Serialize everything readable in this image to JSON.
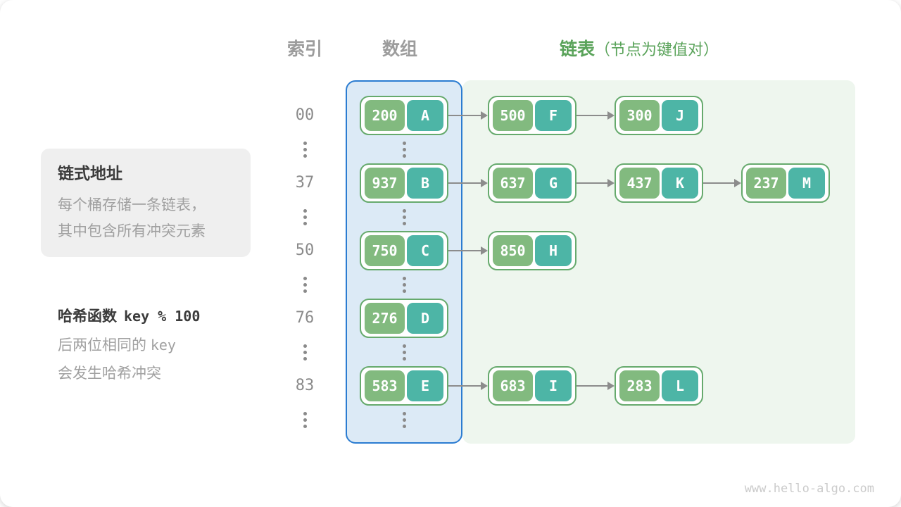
{
  "title_row": {
    "index_header": "索引",
    "array_header": "数组",
    "list_header": "链表",
    "list_header_note": "（节点为键值对）"
  },
  "sidebar": {
    "title": "链式地址",
    "desc_line1": "每个桶存储一条链表，",
    "desc_line2": "其中包含所有冲突元素"
  },
  "hash_note": {
    "label": "哈希函数",
    "formula": "key % 100",
    "line1_text": "后两位相同的",
    "line1_key": "key",
    "line2": "会发生哈希冲突"
  },
  "diagram": {
    "rows": [
      {
        "index": "00",
        "nodes": [
          {
            "key": "200",
            "value": "A"
          },
          {
            "key": "500",
            "value": "F"
          },
          {
            "key": "300",
            "value": "J"
          }
        ]
      },
      {
        "index": "37",
        "nodes": [
          {
            "key": "937",
            "value": "B"
          },
          {
            "key": "637",
            "value": "G"
          },
          {
            "key": "437",
            "value": "K"
          },
          {
            "key": "237",
            "value": "M"
          }
        ]
      },
      {
        "index": "50",
        "nodes": [
          {
            "key": "750",
            "value": "C"
          },
          {
            "key": "850",
            "value": "H"
          }
        ]
      },
      {
        "index": "76",
        "nodes": [
          {
            "key": "276",
            "value": "D"
          }
        ]
      },
      {
        "index": "83",
        "nodes": [
          {
            "key": "583",
            "value": "E"
          },
          {
            "key": "683",
            "value": "I"
          },
          {
            "key": "283",
            "value": "L"
          }
        ]
      }
    ],
    "icons": {
      "ellipsis": "vertical-ellipsis",
      "arrow": "right-arrow"
    }
  },
  "watermark": "www.hello-algo.com",
  "colors": {
    "accent_green": "#5aa35a",
    "header_gray": "#9c9c9c",
    "dark_text": "#3b3b3b",
    "gray_text": "#a0a0a0",
    "sidebar_bg": "#efefef",
    "index_gray": "#8a8a8a",
    "arrow_gray": "#8c8c8c",
    "array_border": "#2b7cd1",
    "array_bg": "#dceaf6",
    "list_bg": "#eef6ee",
    "node_border": "#66aa6d",
    "node_key_bg": "#82ba7f",
    "node_value_bg": "#4db5a6",
    "watermark_gray": "#cbcbcb"
  }
}
